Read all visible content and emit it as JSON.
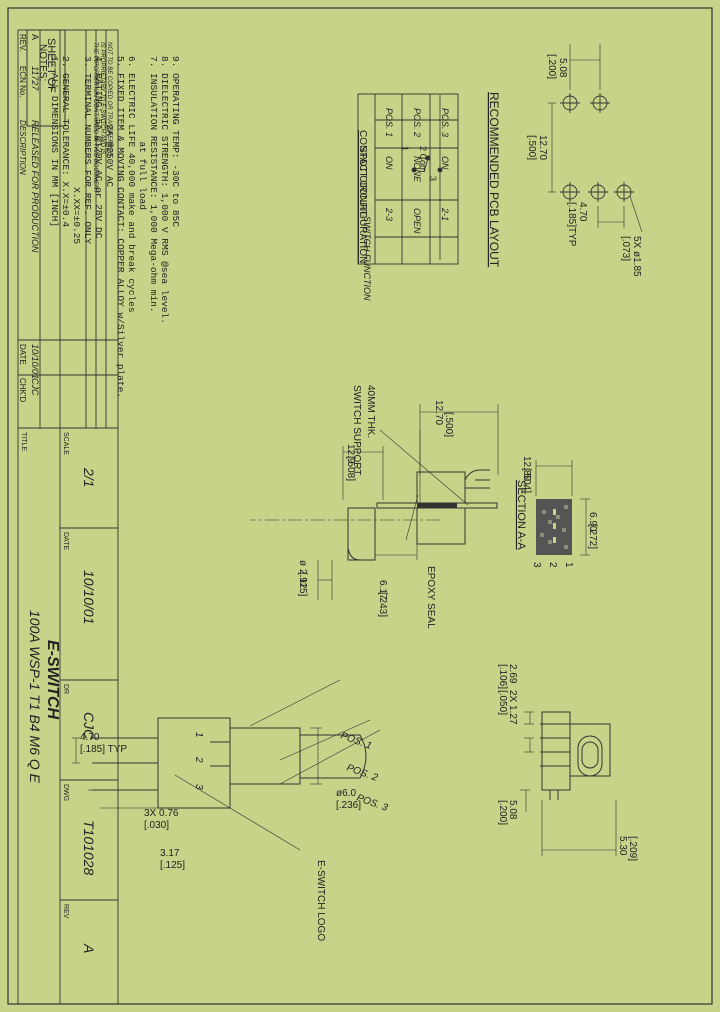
{
  "sheet": {
    "sheet_of": "SHEET   OF"
  },
  "pcb": {
    "title": "RECOMMENDED PCB LAYOUT",
    "dim_508": "5.08",
    "dim_508_in": "[.200]",
    "dim_1270": "12.70",
    "dim_1270_in": "[.500]",
    "dim_470": "4.70",
    "dim_470_in": "[.185]TYP",
    "holes": "5X ø1.85",
    "holes_in": "[.073]"
  },
  "notes": {
    "header": "NOTES:",
    "lines": [
      "1.  ALL DIMENSIONS IN MM [INCH]",
      "2.  GENERAL TOLERANCE: X.X=±0.4",
      "                       X.XX=±0.25",
      "3.  TERMINAL NUMBERS FOR REF. ONLY",
      "4.  RATING: 5A @120V AC or 28V DC",
      "            2A @250V AC",
      "5.  FIXED ITEM & MOVING CONTACT: COPPER ALLOY w/Silver plate.",
      "6.  ELECTRIC LIFE 40,000 make and break cycles",
      "               at full load",
      "7.  INSULATION RESISTANCE: 1,000 Mega-ohm min.",
      "8.  DIELECTRIC STRENGTH: 1,000 V RMS @sea level.",
      "9.  OPERATING TEMP: -30C to 85C"
    ]
  },
  "spdt": {
    "title": "SPDT CIRCUIT",
    "subtitle": "CONTACT CONFIGURATION",
    "com_label": "2 Com.",
    "t1": "1",
    "t3": "3",
    "table_header": "SWITCH FUNCTION",
    "cols": [
      "POS. 1",
      "POS. 2",
      "POS. 3"
    ],
    "rows": [
      [
        "ON",
        "NONE",
        "ON"
      ],
      [
        "2-3",
        "OPEN",
        "2-1"
      ]
    ]
  },
  "side": {
    "switch_support": "SWITCH SUPPORT",
    "support_thk": "40MM THK.",
    "dim_1270": "12.70",
    "dim_1270_in": "[.500]",
    "dim_129": "12.9",
    "dim_129_in": "[.508]",
    "dim_617": "6.17",
    "dim_617_in": "[.243]",
    "dim_292": "ø 2.92",
    "dim_292_in": "[.115]",
    "epoxy": "EPOXY SEAL"
  },
  "section": {
    "title": "SECTION A-A",
    "dim_1280": "12.80",
    "dim_1280_in": "[.504]",
    "dim_690": "6.90",
    "dim_690_in": "[.272]",
    "n1": "1",
    "n2": "2",
    "n3": "3"
  },
  "front": {
    "pos1": "POS. 1",
    "pos2": "POS. 2",
    "pos3": "POS. 3",
    "dim_470": "4.70",
    "dim_470_in": "[.185] TYP",
    "dim_60": "ø6.0",
    "dim_60_in": "[.236]",
    "dim_317": "3.17",
    "dim_317_in": "[.125]",
    "dim_076": "3X  0.76",
    "dim_076_in": "[.030]",
    "logo_note": "E-SWITCH LOGO",
    "t1": "1",
    "t2": "2",
    "t3": "3"
  },
  "right_view": {
    "dim_269": "2.69",
    "dim_269_in": "[.106]",
    "dim_127": "2X  1.27",
    "dim_127_in": "[.050]",
    "dim_508": "5.08",
    "dim_508_in": "[.200]",
    "dim_530": "5.30",
    "dim_530_in": "[.209]"
  },
  "revision": {
    "rev_label": "REV.",
    "rev": "A",
    "ecn_label": "ECN No.",
    "ecn": "11727",
    "desc_label": "DESCRIPTION",
    "desc": "RELEASED FOR PRODUCTION",
    "date_label": "DATE",
    "date": "10/10/01",
    "chkd_label": "CHK'D",
    "chkd": "CJC",
    "proprietary": [
      "THE INFORMATION CONTAINED IN THIS DOCUMENT",
      "IS PROPRIETARY TO E-SWITCH AND IS",
      "NOT TO BE COPIED OR TRANSFERRED"
    ]
  },
  "title_block": {
    "title_label": "TITLE",
    "title": "100A WSP-1 T1 B4 M6 Q E",
    "logo": "E-SWITCH",
    "scale_label": "SCALE",
    "scale": "2/1",
    "date_label": "DATE",
    "date": "10/10/01",
    "dr_label": "DR",
    "dr": "CJC",
    "dwg_label": "DWG",
    "dwg": "T101028",
    "rev_label": "REV",
    "rev": "A"
  }
}
